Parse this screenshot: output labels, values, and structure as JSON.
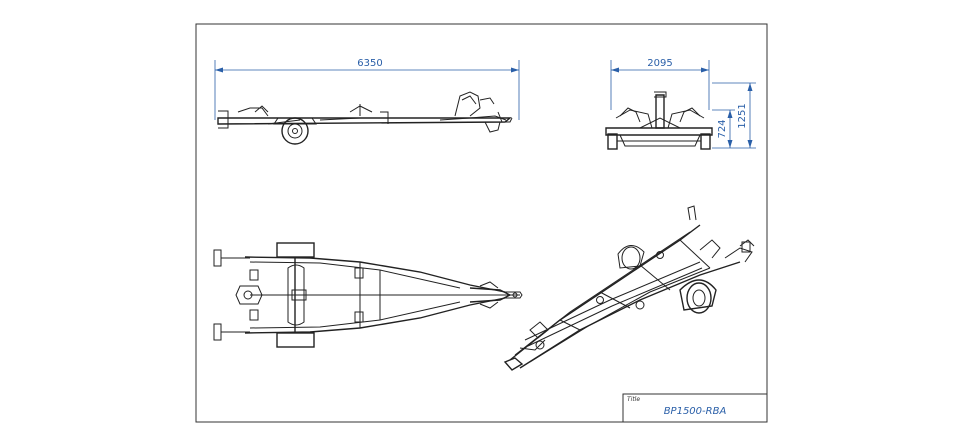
{
  "drawing": {
    "dimensions": {
      "side_length": "6350",
      "rear_width": "2095",
      "rear_height_total": "1251",
      "rear_height_frame": "724"
    },
    "title_block": {
      "label": "Title",
      "value": "BP1500-RBA"
    },
    "colors": {
      "line": "#222222",
      "dimension": "#2a5fa8",
      "frame": "#333333"
    }
  }
}
